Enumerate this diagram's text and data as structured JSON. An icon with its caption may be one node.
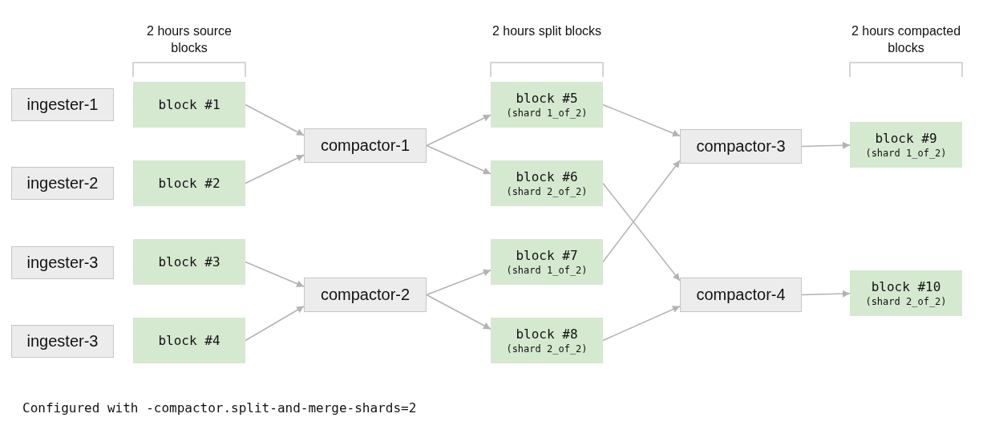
{
  "diagram": {
    "nodes": [
      {
        "text": [
          "ingester-1"
        ]
      },
      {
        "text": [
          "ingester-2"
        ]
      },
      {
        "text": [
          "ingester-3"
        ]
      },
      {
        "text": [
          "ingester-3"
        ]
      },
      {
        "text": [
          "block #1"
        ]
      },
      {
        "text": [
          "block #2"
        ]
      },
      {
        "text": [
          "block #3"
        ]
      },
      {
        "text": [
          "block #4"
        ]
      },
      {
        "text": [
          "compactor-1"
        ]
      },
      {
        "text": [
          "compactor-2"
        ]
      },
      {
        "text": [
          "block #5",
          "(shard 1_of_2)"
        ]
      },
      {
        "text": [
          "block #6",
          "(shard 2_of_2)"
        ]
      },
      {
        "text": [
          "block #7",
          "(shard 1_of_2)"
        ]
      },
      {
        "text": [
          "block #8",
          "(shard 2_of_2)"
        ]
      },
      {
        "text": [
          "compactor-3"
        ]
      },
      {
        "text": [
          "compactor-4"
        ]
      },
      {
        "text": [
          "block #9",
          "(shard 1_of_2)"
        ]
      },
      {
        "text": [
          "block #10",
          "(shard 2_of_2)"
        ]
      }
    ],
    "edges": [
      {
        "from": 4,
        "to": 8,
        "arrow": "to"
      },
      {
        "from": 5,
        "to": 8,
        "arrow": "to"
      },
      {
        "from": 6,
        "to": 9,
        "arrow": "to"
      },
      {
        "from": 7,
        "to": 9,
        "arrow": "to"
      },
      {
        "from": 8,
        "to": 10,
        "arrow": "to"
      },
      {
        "from": 8,
        "to": 11,
        "arrow": "to"
      },
      {
        "from": 9,
        "to": 12,
        "arrow": "to"
      },
      {
        "from": 9,
        "to": 13,
        "arrow": "to"
      },
      {
        "from": 10,
        "to": 14,
        "arrow": "to"
      },
      {
        "from": 11,
        "to": 15,
        "arrow": "to"
      },
      {
        "from": 12,
        "to": 14,
        "arrow": "to"
      },
      {
        "from": 13,
        "to": 15,
        "arrow": "to"
      },
      {
        "from": 14,
        "to": 16,
        "arrow": "to"
      },
      {
        "from": 15,
        "to": 17,
        "arrow": "to"
      }
    ],
    "labels": [
      "2 hours source blocks",
      "2 hours split blocks",
      "2 hours compacted blocks",
      "Configured with -compactor.split-and-merge-shards=2"
    ]
  }
}
